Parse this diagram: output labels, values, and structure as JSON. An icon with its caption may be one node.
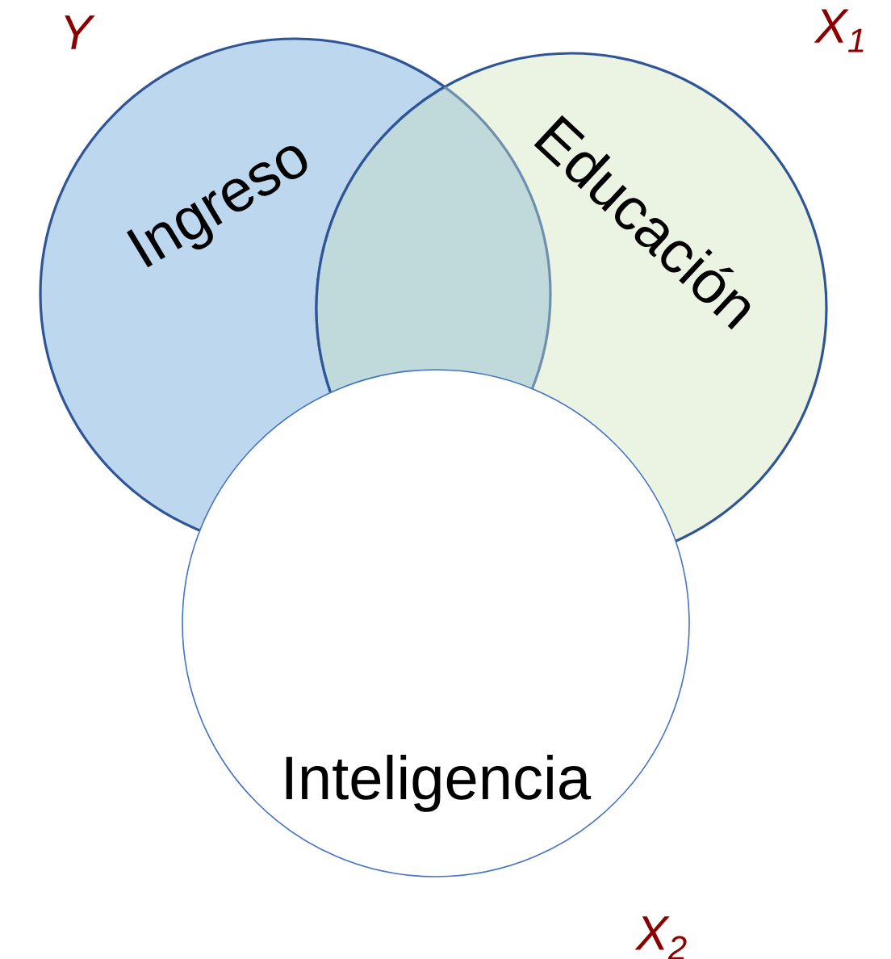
{
  "diagram": {
    "nodes": [
      {
        "text": [
          "Ingreso"
        ],
        "beside": [
          "Y"
        ]
      },
      {
        "text": [
          "Educación"
        ],
        "beside": [
          "X$_{1}$"
        ]
      },
      {
        "text": [
          "Inteligencia"
        ],
        "beside": [
          "X$_{2}$"
        ]
      }
    ]
  }
}
